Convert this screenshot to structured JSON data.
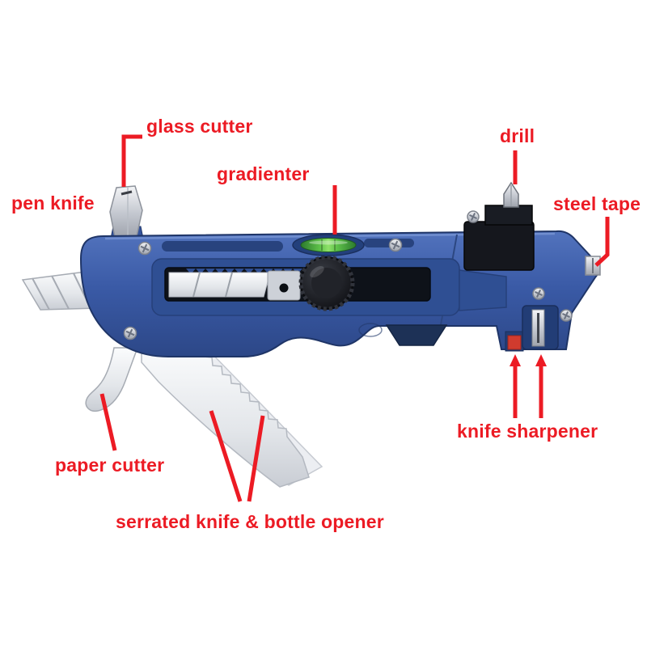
{
  "colors": {
    "background": "#ffffff",
    "label_red": "#ec1b24",
    "body_blue": "#3a5aa6",
    "body_blue_dark": "#2f4f93",
    "slot_black": "#0e1219",
    "metal_silver": "#d7dade",
    "level_green": "#5fc34a",
    "drill_black": "#15171d",
    "sharpener_red": "#d03b2e"
  },
  "labels": {
    "glass_cutter": "glass cutter",
    "gradienter": "gradienter",
    "drill": "drill",
    "pen_knife": "pen knife",
    "steel_tape": "steel tape",
    "knife_sharpener": "knife sharpener",
    "paper_cutter": "paper cutter",
    "serrated_knife": "serrated knife & bottle opener"
  }
}
